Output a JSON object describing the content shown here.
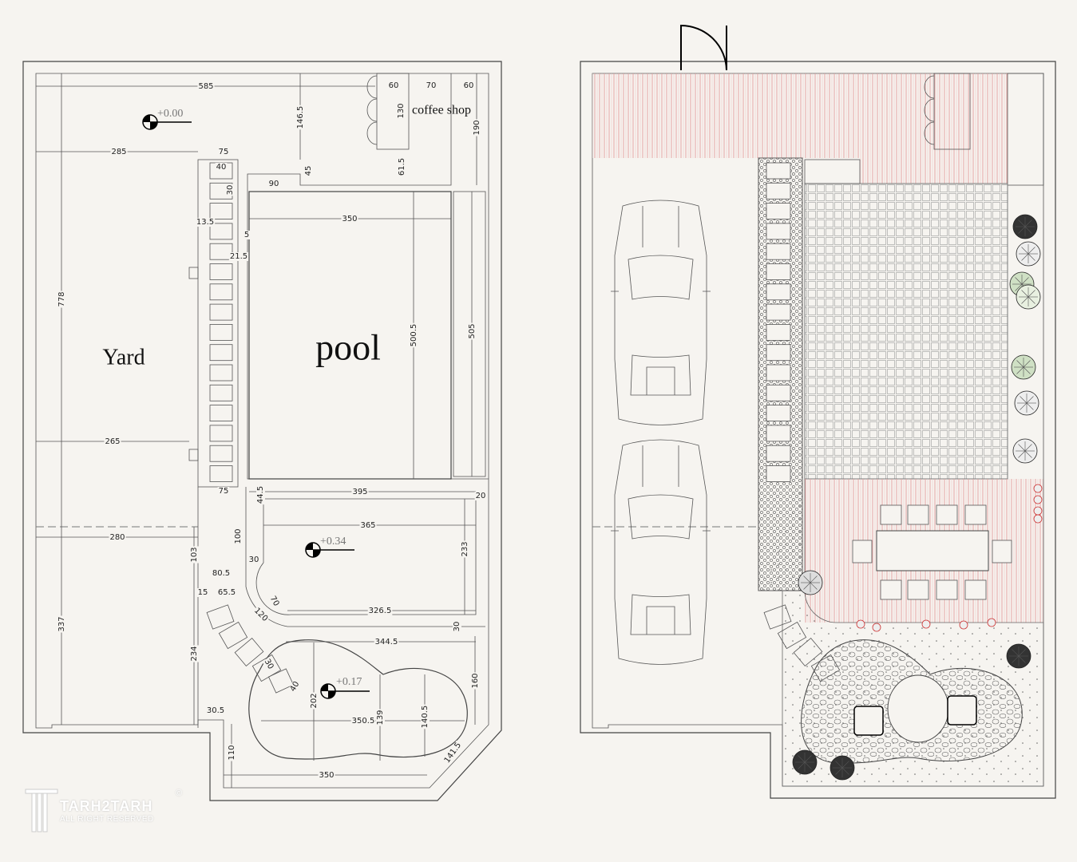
{
  "left_plan": {
    "labels": {
      "yard": "Yard",
      "pool": "pool",
      "coffee_shop": "coffee shop"
    },
    "levels": [
      "+0.00",
      "+0.34",
      "+0.17"
    ],
    "dims": [
      "585",
      "60",
      "70",
      "60",
      "130",
      "146.5",
      "190",
      "285",
      "75",
      "40",
      "30",
      "45",
      "61.5",
      "90",
      "350",
      "13.5",
      "5",
      "21.5",
      "778",
      "500.5",
      "505",
      "265",
      "75",
      "44.5",
      "395",
      "20",
      "365",
      "280",
      "100",
      "30",
      "103",
      "233",
      "80.5",
      "15",
      "65.5",
      "70",
      "120",
      "326.5",
      "337",
      "30",
      "344.5",
      "234",
      "30",
      "40",
      "160",
      "202",
      "139",
      "140.5",
      "350.5",
      "30.5",
      "110",
      "141.5",
      "350"
    ]
  },
  "right_plan": {},
  "watermark": {
    "brand": "TARH2TARH",
    "tagline": "ALL RIGHT RESERVED",
    "copyright": "©"
  },
  "colors": {
    "line": "#444444",
    "deck_stripe": "#e7a3a3",
    "background": "#f6f4f0"
  }
}
